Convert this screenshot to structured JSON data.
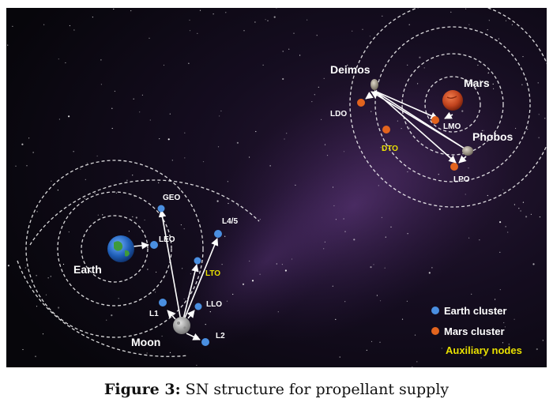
{
  "caption": {
    "prefix": "Figure 3:",
    "text": "SN structure for propellant supply"
  },
  "colors": {
    "earth_cluster": "#4a8fe0",
    "mars_cluster": "#e2641e",
    "auxiliary": "#e8e000",
    "background": "#0b0812"
  },
  "bodies": {
    "earth": "Earth",
    "moon": "Moon",
    "mars": "Mars",
    "deimos": "Deimos",
    "phobos": "Phobos"
  },
  "nodes": {
    "geo": "GEO",
    "leo": "LEO",
    "l45": "L4/5",
    "lto": "LTO",
    "l1": "L1",
    "llo": "LLO",
    "l2": "L2",
    "ldo": "LDO",
    "lmo": "LMO",
    "dto": "DTO",
    "lpo": "LPO"
  },
  "legend": {
    "earth_cluster": "Earth cluster",
    "mars_cluster": "Mars cluster",
    "auxiliary": "Auxiliary nodes"
  }
}
